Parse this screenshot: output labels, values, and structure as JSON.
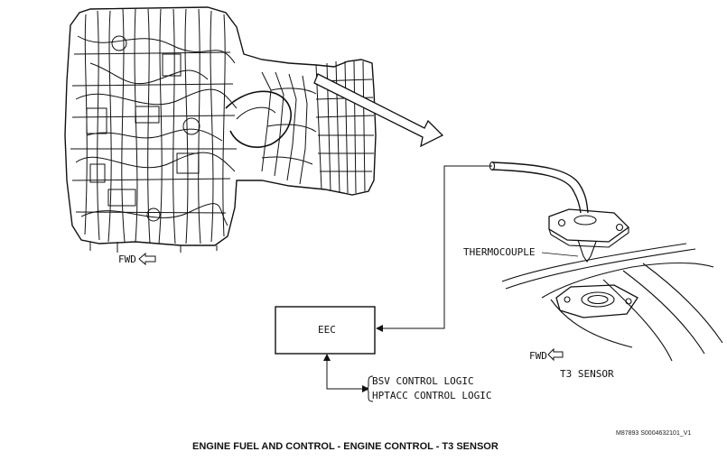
{
  "labels": {
    "fwd_left": "FWD",
    "fwd_right": "FWD",
    "thermocouple": "THERMOCOUPLE",
    "eec": "EEC",
    "bsv": "BSV CONTROL LOGIC",
    "hptacc": "HPTACC CONTROL LOGIC",
    "t3_sensor": "T3 SENSOR",
    "figure_id": "M87893 S0004632101_V1",
    "caption": "ENGINE FUEL AND CONTROL - ENGINE CONTROL - T3 SENSOR"
  },
  "colors": {
    "line": "#111111",
    "background": "#ffffff"
  },
  "icons": [
    "fwd-arrow-icon",
    "fwd-arrow-icon"
  ]
}
